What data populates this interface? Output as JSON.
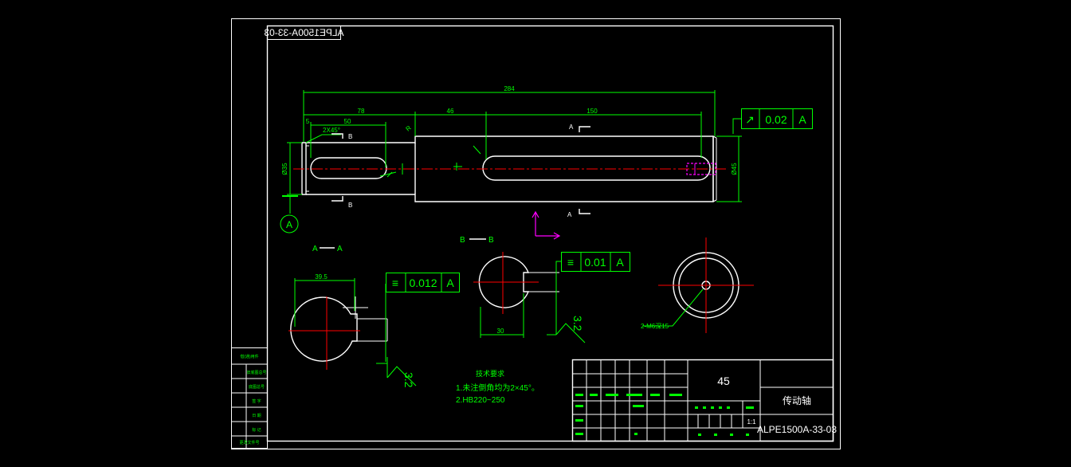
{
  "drawing": {
    "number_mirrored": "ALPE1500A-33-03",
    "material": "45",
    "part_name": "传动轴",
    "drawing_number": "ALPE1500A-33-03",
    "scale": "1:1"
  },
  "dimensions": {
    "overall_length": "284",
    "left_step": "78",
    "middle": "46",
    "keyway_long": "150",
    "keyway_short": "50",
    "edge": "5",
    "chamfer": "2X45°",
    "dia_left": "Ø35",
    "dia_right": "Ø45",
    "r_label": "R",
    "sec_left_width": "39.5",
    "sec_mid_width": "30"
  },
  "tolerances": {
    "runout": {
      "symbol": "↗",
      "value": "0.02",
      "datum": "A"
    },
    "symmetry_left": {
      "symbol": "≡",
      "value": "0.012",
      "datum": "A"
    },
    "symmetry_mid": {
      "symbol": "≡",
      "value": "0.01",
      "datum": "A"
    }
  },
  "roughness": {
    "left": "3.2",
    "mid": "3.2"
  },
  "datum": {
    "label": "A"
  },
  "sections": {
    "aa": {
      "left": "A",
      "right": "A"
    },
    "bb": {
      "left": "B",
      "right": "B"
    },
    "marker_a": "A",
    "marker_b": "B"
  },
  "hole_note": "2-M6深15",
  "notes": {
    "title": "技术要求",
    "line1": "1.未注倒角均为2×45°。",
    "line2": "2.HB220~250"
  },
  "side_table": [
    "借(通)用件",
    "旧底图总号",
    "底图总号",
    "签  字",
    "日  期",
    "标  记",
    "更改文件号"
  ]
}
